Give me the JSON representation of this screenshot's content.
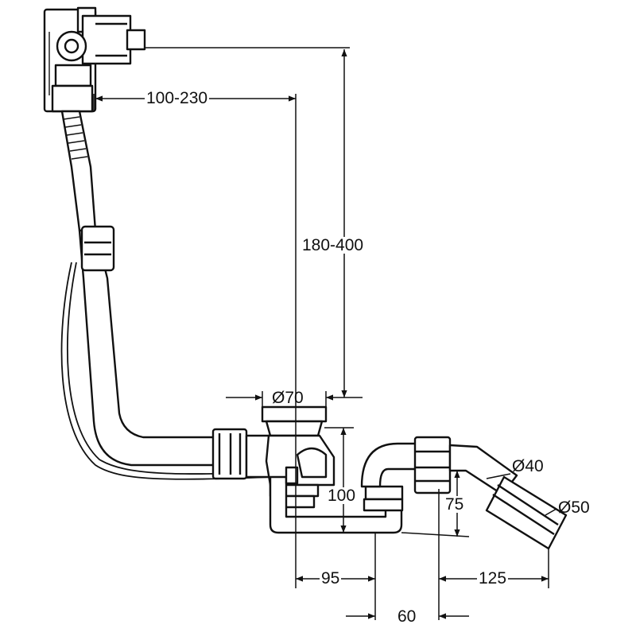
{
  "colors": {
    "line": "#111111",
    "paper": "#ffffff"
  },
  "dimensions": {
    "overflow_reach": "100-230",
    "overflow_height": "180-400",
    "drain_diameter": "Ø70",
    "trap_height": "100",
    "outlet_height": "75",
    "outlet_diameter_inner": "Ø40",
    "outlet_diameter_outer": "Ø50",
    "trap_offset": "95",
    "trap_width": "60",
    "outlet_reach": "125"
  }
}
